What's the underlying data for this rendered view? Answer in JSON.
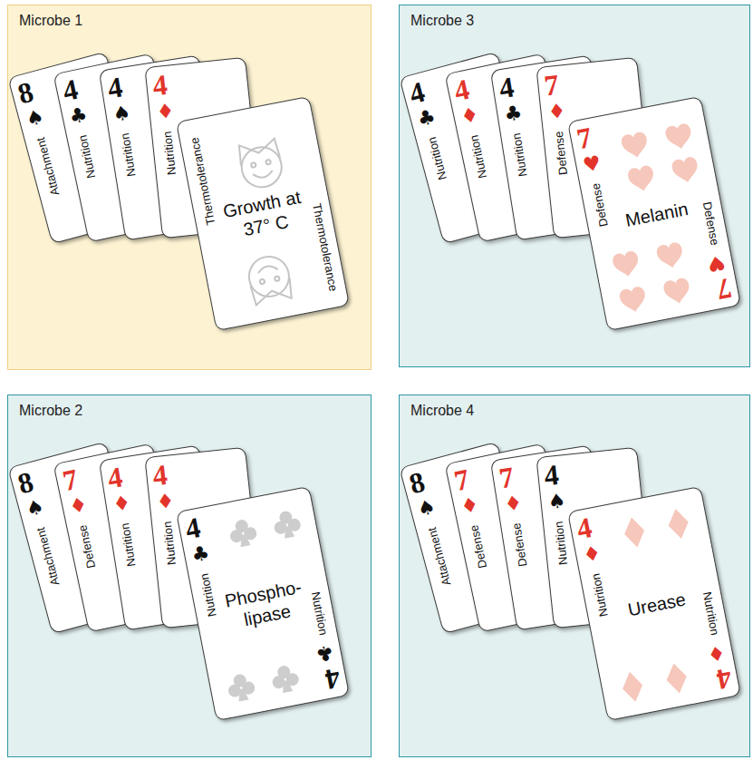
{
  "diagram": {
    "nodes": [
      {
        "text": [
          "Microbe 1"
        ]
      },
      {
        "text": [
          "8",
          "♠",
          "Attachment"
        ],
        "in": 0
      },
      {
        "text": [
          "4",
          "♣",
          "Nutrition"
        ],
        "in": 0
      },
      {
        "text": [
          "4",
          "♠",
          "Nutrition"
        ],
        "in": 0
      },
      {
        "text": [
          "4",
          "♦",
          "Nutrition"
        ],
        "in": 0
      },
      {
        "text": [
          "Thermotolerance",
          "Growth at 37° C",
          "Thermotolerance"
        ],
        "in": 0
      },
      {
        "text": [
          "Microbe 3"
        ]
      },
      {
        "text": [
          "4",
          "♣",
          "Nutrition"
        ],
        "in": 6
      },
      {
        "text": [
          "4",
          "♦",
          "Nutrition"
        ],
        "in": 6
      },
      {
        "text": [
          "4",
          "♣",
          "Nutrition"
        ],
        "in": 6
      },
      {
        "text": [
          "7",
          "♦",
          "Defense"
        ],
        "in": 6
      },
      {
        "text": [
          "7",
          "♥",
          "Defense",
          "Melanin",
          "Defense",
          "♥",
          "7"
        ],
        "in": 6
      },
      {
        "text": [
          "Microbe 2"
        ]
      },
      {
        "text": [
          "8",
          "♠",
          "Attachment"
        ],
        "in": 12
      },
      {
        "text": [
          "7",
          "♦",
          "Defense"
        ],
        "in": 12
      },
      {
        "text": [
          "4",
          "♦",
          "Nutrition"
        ],
        "in": 12
      },
      {
        "text": [
          "4",
          "♦",
          "Nutrition"
        ],
        "in": 12
      },
      {
        "text": [
          "4",
          "♣",
          "Nutrition",
          "Phospho-lipase",
          "Nutrition",
          "♣",
          "4"
        ],
        "in": 12
      },
      {
        "text": [
          "Microbe 4"
        ]
      },
      {
        "text": [
          "8",
          "♠",
          "Attachment"
        ],
        "in": 18
      },
      {
        "text": [
          "7",
          "♦",
          "Defense"
        ],
        "in": 18
      },
      {
        "text": [
          "7",
          "♦",
          "Defense"
        ],
        "in": 18
      },
      {
        "text": [
          "4",
          "♠",
          "Nutrition"
        ],
        "in": 18
      },
      {
        "text": [
          "4",
          "♦",
          "Nutrition",
          "Urease",
          "Nutrition",
          "♦",
          "4"
        ],
        "in": 18
      }
    ]
  }
}
